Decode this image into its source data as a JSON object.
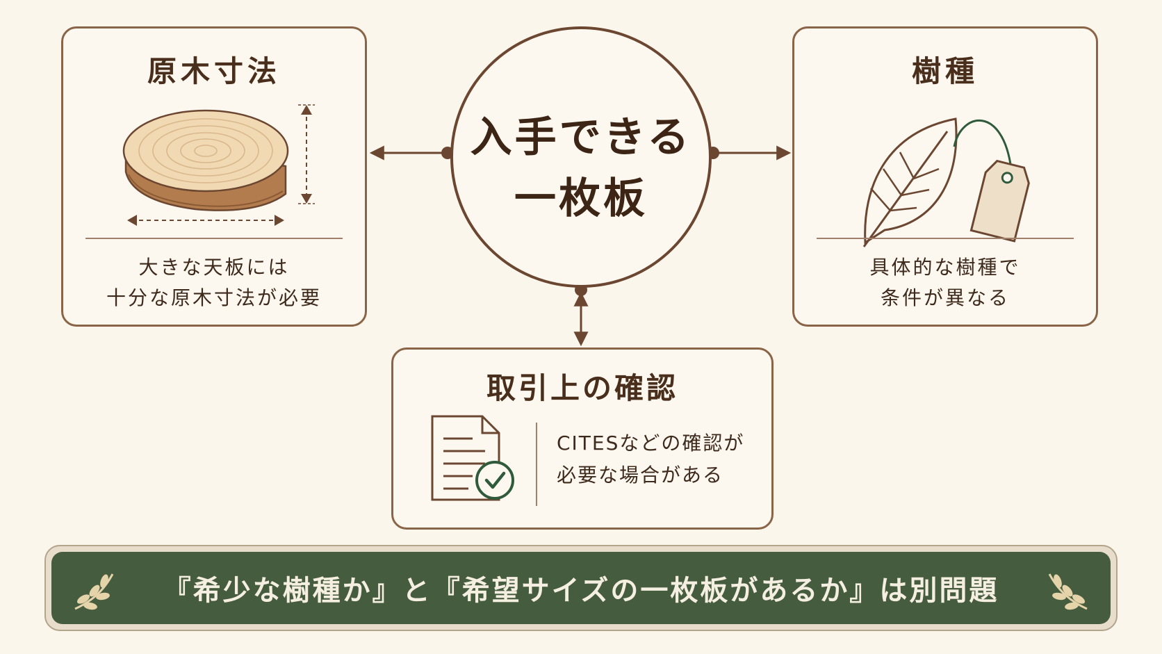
{
  "center": {
    "title": "入手できる\n一枚板"
  },
  "cards": {
    "logs": {
      "title": "原木寸法",
      "text": "大きな天板には\n十分な原木寸法が必要"
    },
    "species": {
      "title": "樹種",
      "text": "具体的な樹種で\n条件が異なる"
    },
    "trade": {
      "title": "取引上の確認",
      "text": "CITESなどの確認が\n必要な場合がある"
    }
  },
  "banner": {
    "text": "『希少な樹種か』と『希望サイズの一枚板があるか』は別問題"
  },
  "colors": {
    "background": "#fbf6ec",
    "brown": "#6b4630",
    "banner_green": "#465c3f",
    "check_green": "#2f5a3c"
  },
  "icons": [
    "wood-log-icon",
    "leaf-icon",
    "tag-icon",
    "document-check-icon",
    "laurel-left-icon",
    "laurel-right-icon"
  ]
}
